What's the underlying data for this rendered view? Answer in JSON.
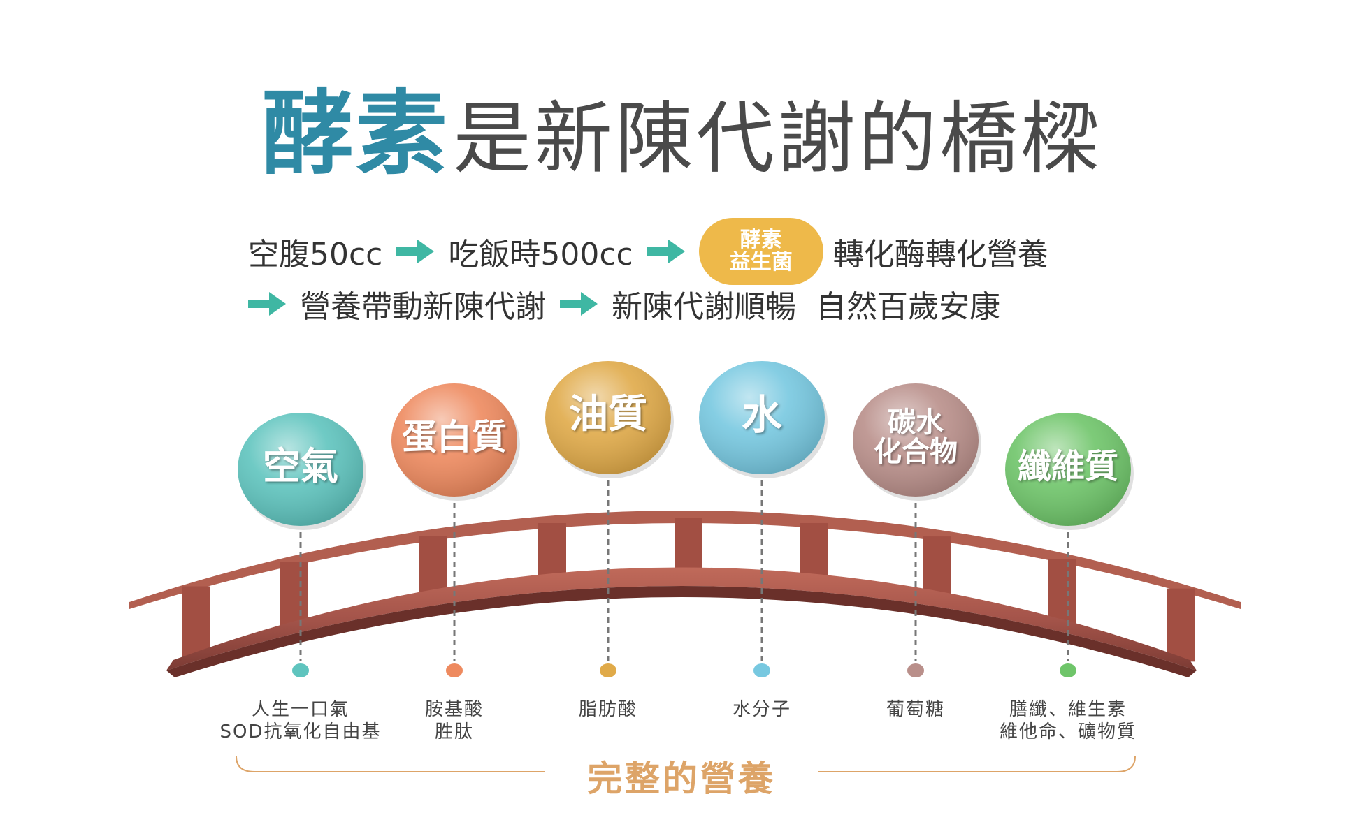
{
  "title": {
    "highlight": "酵素",
    "rest": "是新陳代謝的橋樑"
  },
  "flow": {
    "row1": {
      "step1": "空腹50cc",
      "step2": "吃飯時500cc",
      "pill_line1": "酵素",
      "pill_line2": "益生菌",
      "step3": "轉化酶轉化營養"
    },
    "row2": {
      "step1": "營養帶動新陳代謝",
      "step2": "新陳代謝順暢  自然百歲安康"
    }
  },
  "nutrients": [
    {
      "lines": [
        "空氣"
      ],
      "details": [
        "人生一口氣",
        "SOD抗氧化自由基"
      ],
      "color": "#5fc4be"
    },
    {
      "lines": [
        "蛋白質"
      ],
      "details": [
        "胺基酸",
        "胜肽"
      ],
      "color": "#ee8a5f"
    },
    {
      "lines": [
        "油質"
      ],
      "details": [
        "脂肪酸"
      ],
      "color": "#e0aa49"
    },
    {
      "lines": [
        "水"
      ],
      "details": [
        "水分子"
      ],
      "color": "#77c8e0"
    },
    {
      "lines": [
        "碳水",
        "化合物"
      ],
      "details": [
        "葡萄糖"
      ],
      "color": "#b98f8a"
    },
    {
      "lines": [
        "纖維質"
      ],
      "details": [
        "膳纖、維生素",
        "維他命、礦物質"
      ],
      "color": "#6fc56a"
    }
  ],
  "colors": {
    "title_accent": "#2f8aa5",
    "arrow": "#3fb7a3",
    "bridge": "#a8574a",
    "bracket": "#dda468"
  },
  "bottom_title": "完整的營養"
}
